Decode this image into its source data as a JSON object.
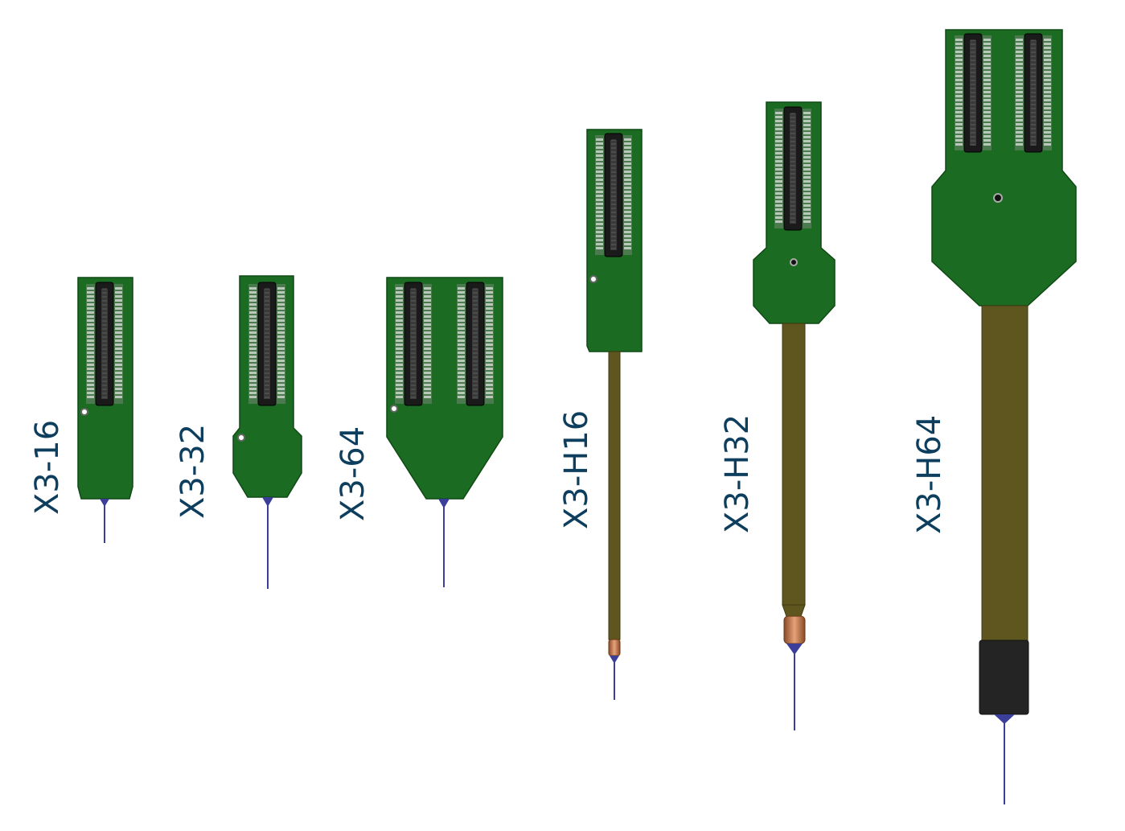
{
  "figure": {
    "colors": {
      "pcb": "#1b6b22",
      "pcb_edge": "#0f4a15",
      "shank": "#5f561f",
      "tip": "#3b3f9a",
      "connector": "#1a1a1a",
      "copper": "#c47a4a",
      "cap": "#242424",
      "label": "#0e3e5e"
    },
    "probes": [
      {
        "label": "X3-16",
        "connectors": 1,
        "shape": "rect"
      },
      {
        "label": "X3-32",
        "connectors": 1,
        "shape": "octagon"
      },
      {
        "label": "X3-64",
        "connectors": 2,
        "shape": "taper"
      },
      {
        "label": "X3-H16",
        "connectors": 1,
        "shape": "rect",
        "shank": "flex",
        "tip_collar": "copper"
      },
      {
        "label": "X3-H32",
        "connectors": 1,
        "shape": "octagon",
        "shank": "flex",
        "tip_collar": "copper"
      },
      {
        "label": "X3-H64",
        "connectors": 2,
        "shape": "octagon",
        "shank": "flex",
        "tip_collar": "black-cap"
      }
    ]
  }
}
